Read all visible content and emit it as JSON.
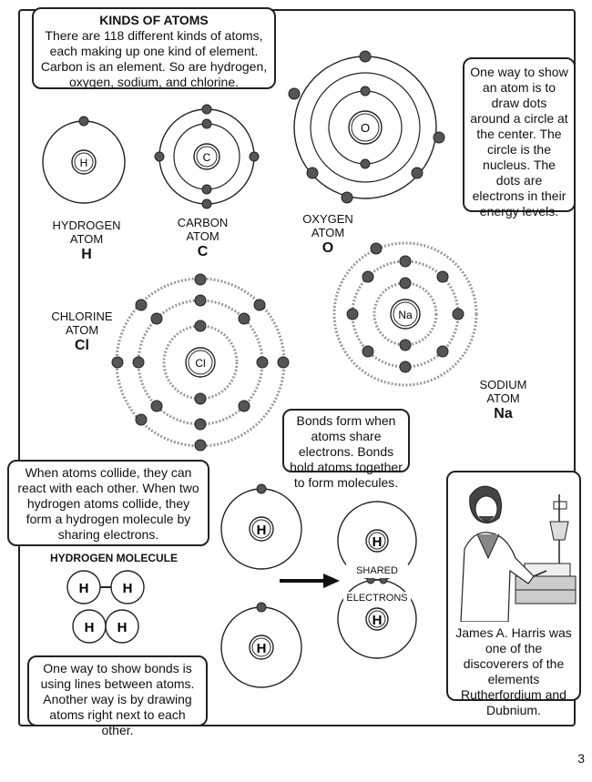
{
  "intro": {
    "heading": "KINDS OF ATOMS",
    "body": "There are 118 different kinds of atoms, each making up one kind of element. Carbon is an element. So are hydrogen, oxygen, sodium, and chlorine."
  },
  "dots_note": "One way to show an atom is to draw dots around a circle at the center. The circle is the nucleus. The dots are electrons in their energy levels.",
  "atoms": {
    "hydrogen": {
      "nucleus": "H",
      "name": "HYDROGEN ATOM",
      "symbol": "H"
    },
    "carbon": {
      "nucleus": "C",
      "name": "CARBON ATOM",
      "symbol": "C"
    },
    "oxygen": {
      "nucleus": "O",
      "name": "OXYGEN ATOM",
      "symbol": "O"
    },
    "chlorine": {
      "nucleus": "Cl",
      "name": "CHLORINE ATOM",
      "symbol": "Cl"
    },
    "sodium": {
      "nucleus": "Na",
      "name": "SODIUM ATOM",
      "symbol": "Na"
    }
  },
  "bonds_note": "Bonds form when atoms share electrons. Bonds hold atoms together to form molecules.",
  "collide_note": "When atoms collide, they can react with each other. When two hydrogen atoms collide, they form a hydrogen molecule by sharing electrons.",
  "molecule": {
    "heading": "HYDROGEN MOLECULE",
    "atom_label": "H",
    "shared_label": "SHARED",
    "electrons_label": "ELECTRONS"
  },
  "representation_note": "One way to show bonds is using lines between atoms. Another way is by drawing atoms right next to each other.",
  "scientist": {
    "caption": "James A. Harris was one of the discoverers of the elements Rutherfordium and Dubnium."
  },
  "page_number": "3"
}
